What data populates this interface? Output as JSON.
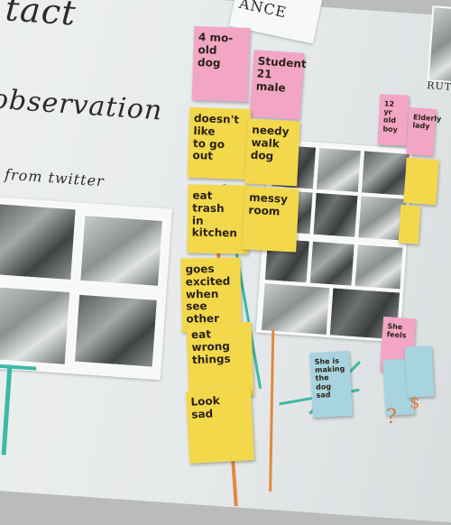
{
  "board": {
    "heading_fragment": "tact",
    "observation_heading": "observation",
    "twitter_label": "from twitter",
    "sign_fragment": "ANCE",
    "sign_fragment_2": "RUTH"
  },
  "notes": {
    "n1": "4 mo-old\ndog",
    "n2": "Student\n21 male",
    "n3": "12 yr\nold boy",
    "n4": "Elderly\nlady",
    "n5": "doesn't like\nto go out",
    "n6": "needy\nwalk dog",
    "n7": "eat trash\nin kitchen",
    "n8": "messy\nroom",
    "n9": "goes excited\nwhen see\nother dogs",
    "n10": "eat\nwrong\nthings",
    "n11": "Look\nsad",
    "n12": "She is\nmaking\nthe dog\nsad",
    "n13": "She feels",
    "n14": "",
    "n15": "",
    "n16": ""
  },
  "marks": {
    "question_mark": "?",
    "dollar_mark": "$"
  },
  "colors": {
    "yellow_note": "#f3d84c",
    "pink_note": "#f2a6c4",
    "blue_note": "#a8d4df",
    "board": "#eef0f0",
    "green_line": "#3fb8a6",
    "orange_line": "#e08a3c"
  }
}
